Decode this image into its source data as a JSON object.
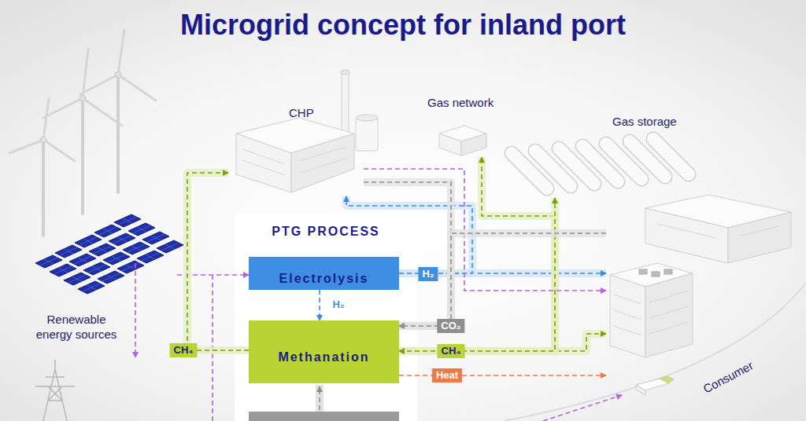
{
  "diagram": {
    "title": "Microgrid concept for inland port",
    "nodes": [
      {
        "text": [
          "CHP"
        ]
      },
      {
        "text": [
          "Gas network"
        ]
      },
      {
        "text": [
          "Gas storage"
        ]
      },
      {
        "text": [
          "Renewable energy sources"
        ]
      },
      {
        "text": [
          "PTG PROCESS"
        ]
      },
      {
        "text": [
          "Electrolysis"
        ],
        "in": 4
      },
      {
        "text": [
          "Methanation"
        ],
        "in": 4
      },
      {
        "text": [
          "Consumer"
        ]
      }
    ],
    "edges": [
      {
        "from": 3,
        "to": 5,
        "arrow": "to"
      },
      {
        "from": 5,
        "to": 6,
        "label": "H₂",
        "arrow": "to"
      },
      {
        "from": 5,
        "to": 7,
        "label": "H₂",
        "arrow": "to"
      },
      {
        "from": 5,
        "to": 0,
        "arrow": "to"
      },
      {
        "from": 6,
        "to": 7,
        "label": "CH₄",
        "arrow": "to"
      },
      {
        "from": 6,
        "to": 0,
        "label": "CH₄",
        "arrow": "to"
      },
      {
        "from": 6,
        "to": 7,
        "label": "Heat",
        "arrow": "to"
      },
      {
        "from": 0,
        "to": 6,
        "label": "CO₂",
        "arrow": "to"
      },
      {
        "from": 6,
        "to": 1,
        "arrow": "both"
      },
      {
        "from": 6,
        "to": 2,
        "arrow": "both"
      },
      {
        "from": 0,
        "to": 7,
        "arrow": "to"
      },
      {
        "from": 7,
        "to": 6,
        "arrow": "to"
      }
    ]
  }
}
